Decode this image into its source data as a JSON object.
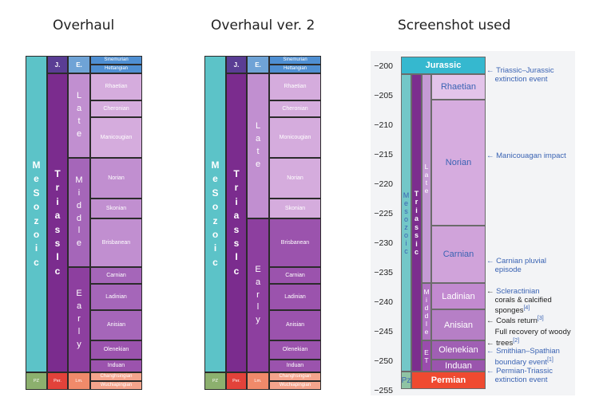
{
  "titles": {
    "overhaul": "Overhaul",
    "overhaul_v2": "Overhaul ver. 2",
    "screenshot": "Screenshot used"
  },
  "panel_a": {
    "era": "MeSozoic",
    "period": "TriassIc",
    "j": "J.",
    "e": "E.",
    "epochs": {
      "late": "Late",
      "middle": "Middle",
      "early": "Early"
    },
    "jur_stages": [
      "Sinemurian",
      "Hettangian"
    ],
    "stages": [
      "Rhaetian",
      "Cheronian",
      "Manicougian",
      "Norian",
      "Skonian",
      "Brisbanean",
      "Carnian",
      "Ladinian",
      "Anisian",
      "Olenekian",
      "Induan"
    ],
    "perm_stages": [
      "Changhsingian",
      "Wuchiapingian"
    ],
    "pz": "PZ",
    "per": "Per.",
    "lm": "Lm."
  },
  "panel_b": {
    "era": "MeSozoic",
    "period": "TriassIc",
    "j": "J.",
    "e": "E.",
    "epochs": {
      "late": "Late",
      "early": "Early"
    },
    "jur_stages": [
      "Sinemurian",
      "Hettangian"
    ],
    "stages": [
      "Rhaetian",
      "Cheronian",
      "Monicougian",
      "Norian",
      "Skonian",
      "Brisbanean",
      "Carnian",
      "Ladinian",
      "Anisian",
      "Olenekian",
      "Induan"
    ],
    "perm_stages": [
      "Changhsingian",
      "Wuchiapingian"
    ],
    "pz": "PZ",
    "per": "Per.",
    "lm": "Lm."
  },
  "panel_c": {
    "ticks": [
      "−200",
      "−205",
      "−210",
      "−215",
      "−220",
      "−225",
      "−230",
      "−235",
      "−240",
      "−245",
      "−250",
      "−255"
    ],
    "jurassic": "Jurassic",
    "permian": "Permian",
    "era": "Mesozoic",
    "pz": "Pz",
    "period": "Triassic",
    "epochs": {
      "late": "Late",
      "middle": "Middle",
      "early": "ET"
    },
    "stages": [
      "Rhaetian",
      "Norian",
      "Carnian",
      "Ladinian",
      "Anisian",
      "Olenekian",
      "Induan"
    ],
    "events": [
      {
        "l1": "Triassic–Jurassic",
        "l2": "extinction event"
      },
      {
        "l1": "Manicouagan impact",
        "l2": ""
      },
      {
        "l1": "Carnian pluvial",
        "l2": "episode"
      },
      {
        "l1": "Scleractinian",
        "l2": "corals & calcified",
        "l3": "sponges",
        "ref": "[4]"
      },
      {
        "l1": "Coals return",
        "ref": "[3]"
      },
      {
        "l1": "Full recovery of woody",
        "l2": "trees",
        "ref": "[2]"
      },
      {
        "l1": "Smithian–Spathian",
        "l2": "boundary event",
        "ref": "[1]"
      },
      {
        "l1": "Permian-Triassic",
        "l2": "extinction event"
      }
    ]
  }
}
